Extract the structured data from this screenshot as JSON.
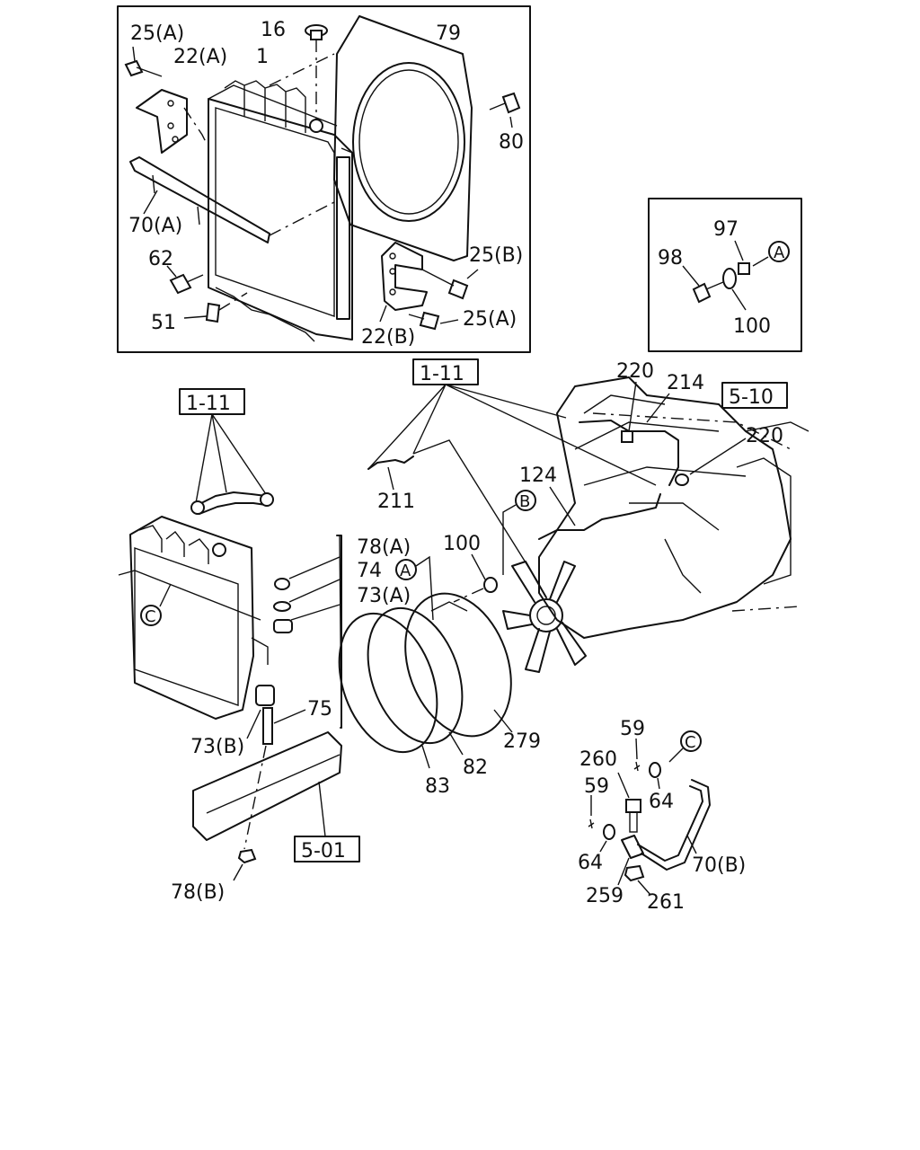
{
  "panels": {
    "radiator_detail": {
      "items": [
        "25(A)",
        "22(A)",
        "1",
        "16",
        "79",
        "80",
        "70(A)",
        "62",
        "51",
        "25(B)",
        "22(B)",
        "25(A)"
      ]
    },
    "mount_detail": {
      "items": [
        "97",
        "98",
        "A",
        "100"
      ]
    }
  },
  "labels": {
    "p1_25A_top": "25(A)",
    "p1_22A": "22(A)",
    "p1_1": "1",
    "p1_16": "16",
    "p1_79": "79",
    "p1_80": "80",
    "p1_70A": "70(A)",
    "p1_62": "62",
    "p1_51": "51",
    "p1_25B": "25(B)",
    "p1_22B": "22(B)",
    "p1_25A_bot": "25(A)",
    "p2_97": "97",
    "p2_98": "98",
    "p2_A": "A",
    "p2_100": "100",
    "ref_1_11_a": "1-11",
    "ref_1_11_b": "1-11",
    "ref_5_10": "5-10",
    "ref_5_01": "5-01",
    "m_220_a": "220",
    "m_214": "214",
    "m_220_b": "220",
    "m_211": "211",
    "m_124": "124",
    "m_B": "B",
    "m_100": "100",
    "m_A": "A",
    "m_78A": "78(A)",
    "m_74": "74",
    "m_73A": "73(A)",
    "m_C_left": "C",
    "m_75": "75",
    "m_73B": "73(B)",
    "m_78B": "78(B)",
    "m_83": "83",
    "m_82": "82",
    "m_279": "279",
    "d_59_a": "59",
    "d_260": "260",
    "d_C": "C",
    "d_64_a": "64",
    "d_59_b": "59",
    "d_64_b": "64",
    "d_70B": "70(B)",
    "d_259": "259",
    "d_261": "261"
  }
}
